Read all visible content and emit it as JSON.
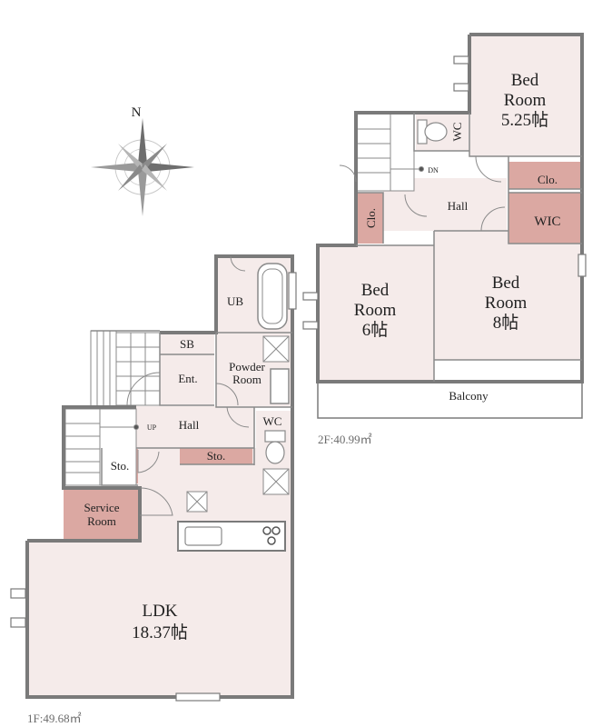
{
  "colors": {
    "room_fill": "#f5ebea",
    "accent_fill": "#dba8a2",
    "wall": "#7a7a7a",
    "balcony_fill": "#ffffff"
  },
  "compass": {
    "north_label": "N"
  },
  "floor1": {
    "area_label": "1F:49.68㎡",
    "rooms": {
      "ldk_name": "LDK",
      "ldk_size": "18.37帖",
      "service_room_line1": "Service",
      "service_room_line2": "Room",
      "storage_left": "Sto.",
      "storage_right": "Sto.",
      "hall": "Hall",
      "up_label": "UP",
      "wc": "WC",
      "powder_line1": "Powder",
      "powder_line2": "Room",
      "ub": "UB",
      "sb": "SB",
      "entrance": "Ent."
    }
  },
  "floor2": {
    "area_label": "2F:40.99㎡",
    "rooms": {
      "bed_a_line1": "Bed",
      "bed_a_line2": "Room",
      "bed_a_size": "5.25帖",
      "bed_b_line1": "Bed",
      "bed_b_line2": "Room",
      "bed_b_size": "6帖",
      "bed_c_line1": "Bed",
      "bed_c_line2": "Room",
      "bed_c_size": "8帖",
      "wc": "WC",
      "closet_top": "Clo.",
      "closet_left": "Clo.",
      "wic": "WIC",
      "hall": "Hall",
      "dn_label": "DN",
      "balcony": "Balcony"
    }
  }
}
